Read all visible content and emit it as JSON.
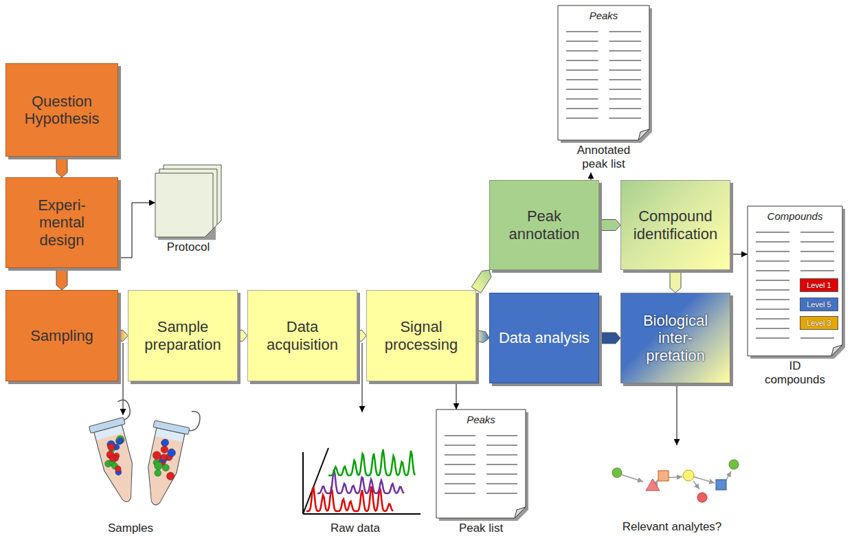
{
  "diagram": {
    "nodes": [
      {
        "text": [
          "Question Hypothesis"
        ]
      },
      {
        "text": [
          "Experi- mental design"
        ]
      },
      {
        "text": [
          "Protocol"
        ]
      },
      {
        "text": [
          "Sampling"
        ]
      },
      {
        "text": [
          "Sample preparation"
        ]
      },
      {
        "text": [
          "Data acquisition"
        ]
      },
      {
        "text": [
          "Signal processing"
        ]
      },
      {
        "text": [
          "Peaks",
          "Annotated peak list"
        ]
      },
      {
        "text": [
          "Peak annotation"
        ]
      },
      {
        "text": [
          "Compound identification"
        ]
      },
      {
        "text": [
          "Compounds",
          "ID compounds"
        ]
      },
      {
        "text": [
          "Level 1"
        ],
        "in": 10
      },
      {
        "text": [
          "Level 5"
        ],
        "in": 10
      },
      {
        "text": [
          "Level 3"
        ],
        "in": 10
      },
      {
        "text": [
          "Data analysis"
        ]
      },
      {
        "text": [
          "Biological inter- pretation"
        ]
      },
      {
        "text": [
          "Peaks",
          "Peak list"
        ]
      }
    ],
    "edges": [
      {
        "from": 0,
        "to": 1,
        "arrow": "to"
      },
      {
        "from": 1,
        "to": 2,
        "arrow": "to"
      },
      {
        "from": 1,
        "to": 3,
        "arrow": "to"
      },
      {
        "from": 3,
        "to": 4,
        "arrow": "to"
      },
      {
        "from": 4,
        "to": 5,
        "arrow": "to"
      },
      {
        "from": 5,
        "to": 6,
        "arrow": "to"
      },
      {
        "from": 6,
        "to": 8,
        "arrow": "to"
      },
      {
        "from": 6,
        "to": 14,
        "arrow": "to"
      },
      {
        "from": 6,
        "to": 16,
        "arrow": "to"
      },
      {
        "from": 8,
        "to": 9,
        "arrow": "to"
      },
      {
        "from": 8,
        "to": 7,
        "arrow": "to"
      },
      {
        "from": 9,
        "to": 15,
        "arrow": "to"
      },
      {
        "from": 9,
        "to": 10,
        "arrow": "to"
      },
      {
        "from": 14,
        "to": 15,
        "arrow": "to"
      }
    ],
    "labels": [
      "Samples",
      "Raw data",
      "Relevant analytes?"
    ]
  }
}
